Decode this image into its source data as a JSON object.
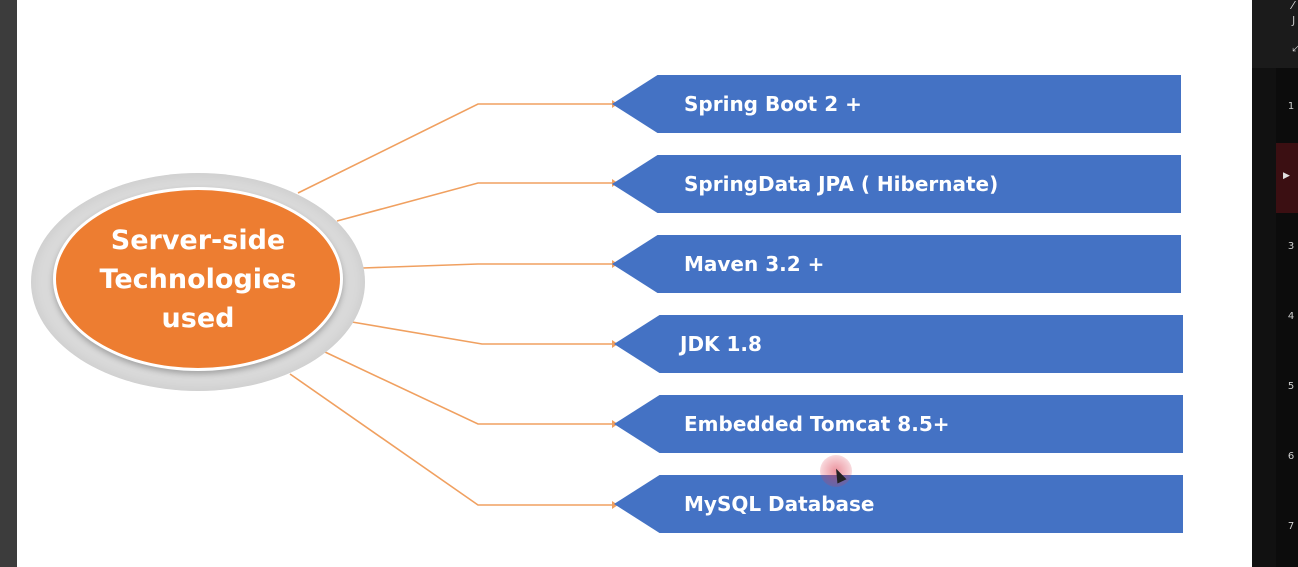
{
  "slide": {
    "center_title_lines": [
      "Server-side",
      "Technologies",
      "used"
    ],
    "technologies": [
      "Spring Boot 2 +",
      "SpringData JPA ( Hibernate)",
      "Maven 3.2 +",
      "JDK 1.8",
      "Embedded Tomcat 8.5+",
      "MySQL Database"
    ]
  },
  "side_panel": {
    "slide_numbers": [
      "1",
      "3",
      "4",
      "5",
      "6",
      "7"
    ],
    "active_indicator": "▶"
  },
  "colors": {
    "center_fill": "#ed7d31",
    "box_fill": "#4472c4",
    "connector": "#f0a060"
  }
}
